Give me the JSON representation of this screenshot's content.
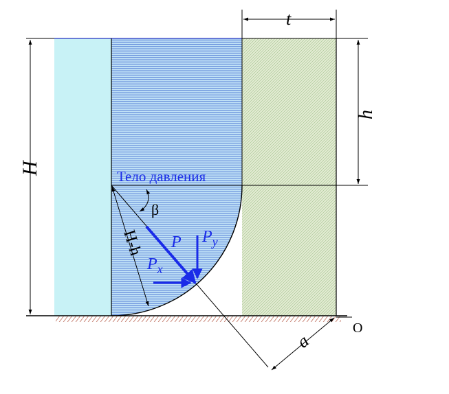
{
  "labels": {
    "t": "t",
    "h": "h",
    "H": "H",
    "body_of_pressure": "Тело давления",
    "beta": "β",
    "P": "P",
    "Py": "P",
    "Py_sub": "y",
    "Px": "P",
    "Px_sub": "x",
    "H_minus_h": "H-h",
    "a": "a",
    "O": "O"
  },
  "colors": {
    "water_light": "#c8f2f6",
    "water_hatched_bg": "#bfe0f6",
    "water_hatch_lines": "#2a56c8",
    "wall_bg": "#e3ecd3",
    "wall_hatch": "#9fbf8a",
    "ground_hatch": "#c47a6a",
    "force_blue": "#1a2be8",
    "dim_black": "#000000"
  }
}
